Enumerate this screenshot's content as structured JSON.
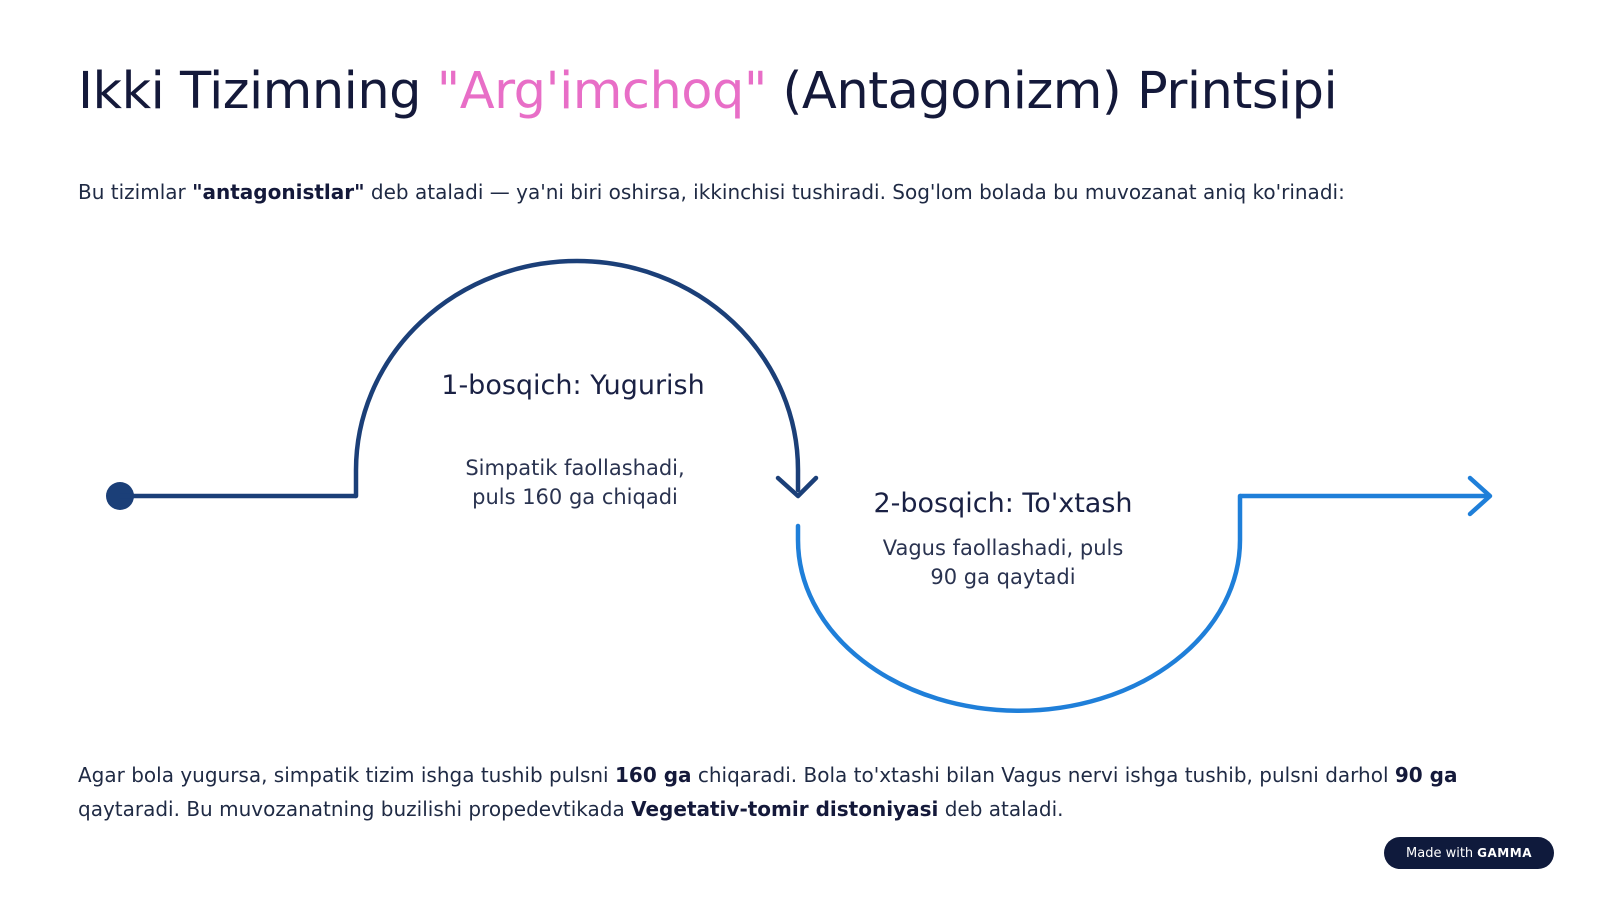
{
  "slide": {
    "title_part1": "Ikki Tizimning ",
    "title_accent": "\"Arg'imchoq\"",
    "title_part2": " (Antagonizm) Printsipi",
    "intro_part1": "Bu tizimlar ",
    "intro_bold": "\"antagonistlar\"",
    "intro_part2": " deb ataladi — ya'ni biri oshirsa, ikkinchisi tushiradi. Sog'lom bolada bu muvozanat aniq ko'rinadi:"
  },
  "diagram": {
    "step1": {
      "title": "1-bosqich: Yugurish",
      "desc_line1": "Simpatik faollashadi,",
      "desc_line2": "puls 160 ga chiqadi"
    },
    "step2": {
      "title": "2-bosqich: To'xtash",
      "desc_line1": "Vagus faollashadi, puls",
      "desc_line2": "90 ga qaytadi"
    },
    "colors": {
      "dark_line": "#1b3f78",
      "light_line": "#1f7fd9",
      "accent": "#e86ec7"
    }
  },
  "bottom": {
    "part1": "Agar bola yugursa, simpatik tizim ishga tushib pulsni ",
    "bold1": "160 ga",
    "part2": " chiqaradi. Bola to'xtashi bilan Vagus nervi ishga tushib, pulsni darhol ",
    "bold2": "90 ga",
    "part3": " qaytaradi. Bu muvozanatning buzilishi propedevtikada ",
    "bold3": "Vegetativ-tomir distoniyasi",
    "part4": " deb ataladi."
  },
  "badge": {
    "made_with": "Made with",
    "brand": "GAMMA"
  }
}
